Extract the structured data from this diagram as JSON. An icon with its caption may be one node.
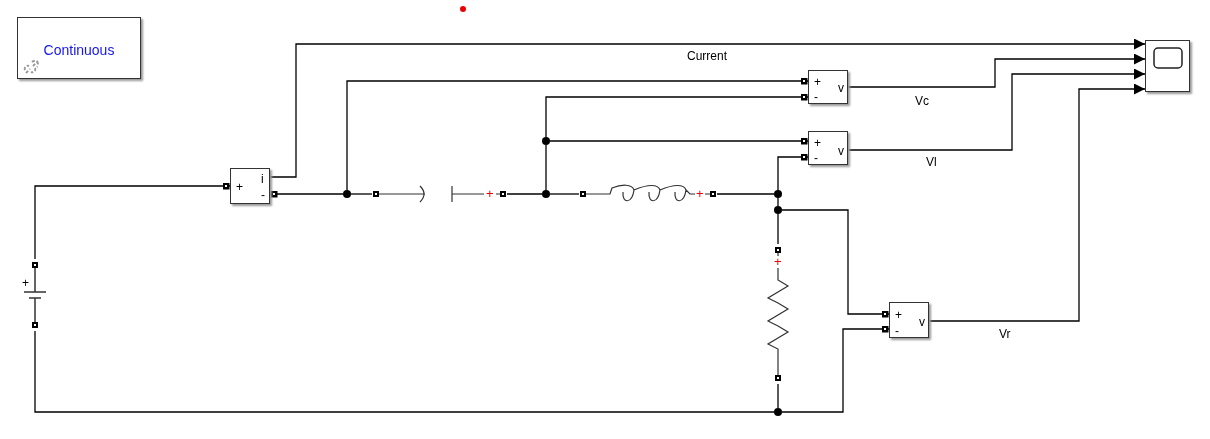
{
  "diagram": {
    "nodes": [
      {
        "text": [
          "Continuous"
        ]
      },
      {
        "text": [
          "+",
          "i",
          "-"
        ]
      },
      {
        "text": [
          "+"
        ]
      },
      {
        "text": [],
        "shape": "circle"
      },
      {
        "text": [
          "+"
        ]
      },
      {
        "text": [],
        "shape": "circle"
      },
      {
        "text": [],
        "shape": "circle"
      },
      {
        "text": [
          "+"
        ]
      },
      {
        "text": [],
        "shape": "circle"
      },
      {
        "text": [],
        "shape": "circle"
      },
      {
        "text": [
          "+"
        ]
      },
      {
        "text": [],
        "shape": "circle"
      },
      {
        "text": [
          "+",
          "v",
          "-"
        ]
      },
      {
        "text": [
          "+",
          "v",
          "-"
        ]
      },
      {
        "text": [
          "+",
          "v",
          "-"
        ]
      },
      {
        "text": [],
        "shape": "box"
      }
    ],
    "edges": [
      {
        "from": 2,
        "to": 1,
        "arrow": "other"
      },
      {
        "from": 1,
        "to": 3,
        "arrow": "other"
      },
      {
        "from": 3,
        "to": 4,
        "arrow": "none"
      },
      {
        "from": 4,
        "to": 5,
        "arrow": "none"
      },
      {
        "from": 5,
        "to": 7,
        "arrow": "none"
      },
      {
        "from": 7,
        "to": 8,
        "arrow": "none"
      },
      {
        "from": 8,
        "to": 9,
        "arrow": "none"
      },
      {
        "from": 9,
        "to": 10,
        "arrow": "none"
      },
      {
        "from": 10,
        "to": 11,
        "arrow": "none"
      },
      {
        "from": 11,
        "to": 2,
        "arrow": "none"
      },
      {
        "from": 3,
        "to": 12,
        "arrow": "other"
      },
      {
        "from": 5,
        "to": 6,
        "arrow": "none"
      },
      {
        "from": 6,
        "to": 12,
        "arrow": "other"
      },
      {
        "from": 6,
        "to": 13,
        "arrow": "other"
      },
      {
        "from": 8,
        "to": 13,
        "arrow": "other"
      },
      {
        "from": 9,
        "to": 14,
        "arrow": "other"
      },
      {
        "from": 11,
        "to": 14,
        "arrow": "other"
      },
      {
        "from": 1,
        "to": 15,
        "arrow": "to",
        "label": "Current"
      },
      {
        "from": 12,
        "to": 15,
        "arrow": "to",
        "label": "Vc"
      },
      {
        "from": 13,
        "to": 15,
        "arrow": "to",
        "label": "Vl"
      },
      {
        "from": 14,
        "to": 15,
        "arrow": "to",
        "label": "Vr"
      }
    ]
  }
}
